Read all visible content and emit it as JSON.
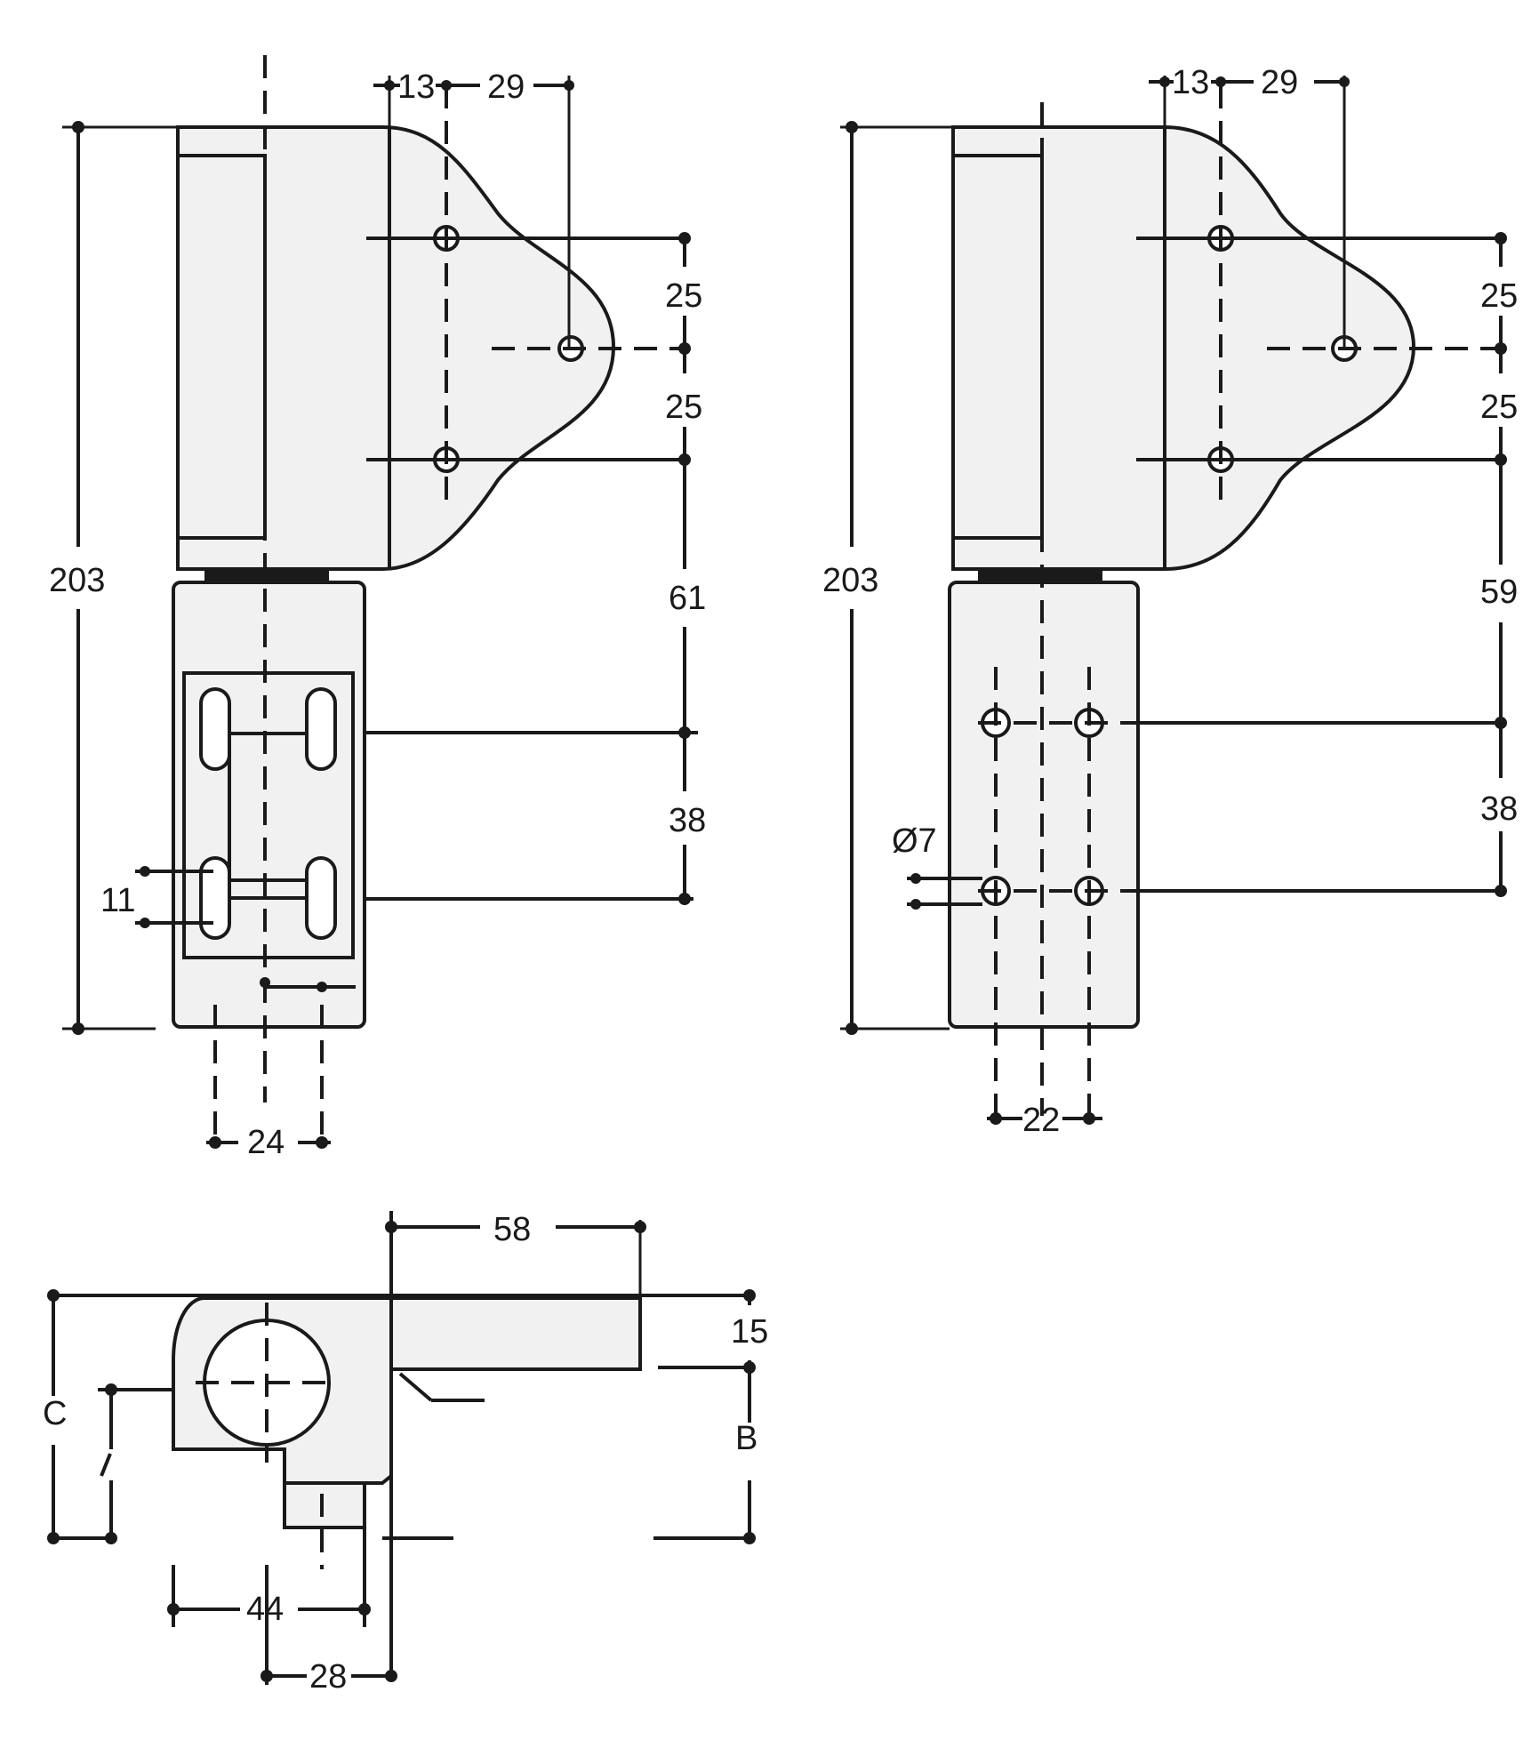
{
  "drawings": {
    "view_left": {
      "dims": {
        "d13": "13",
        "d29": "29",
        "d25a": "25",
        "d25b": "25",
        "d203": "203",
        "d61": "61",
        "d38": "38",
        "d11": "11",
        "d24": "24"
      }
    },
    "view_right": {
      "dims": {
        "d13": "13",
        "d29": "29",
        "d25a": "25",
        "d25b": "25",
        "d203": "203",
        "d59": "59",
        "d38": "38",
        "dhole": "Ø7",
        "d22": "22"
      }
    },
    "view_bottom": {
      "dims": {
        "d58": "58",
        "d15": "15",
        "dB": "B",
        "dC": "C",
        "d44": "44",
        "d28": "28"
      }
    }
  }
}
